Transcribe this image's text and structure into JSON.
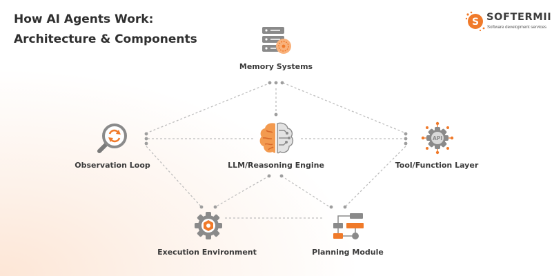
{
  "header": {
    "title_line1": "How AI Agents Work:",
    "title_line2": "Architecture & Components"
  },
  "logo": {
    "letter": "S",
    "wordmark": "SOFTERMII",
    "tagline": "Software development services"
  },
  "nodes": {
    "memory": {
      "label": "Memory Systems",
      "icon": "server-stack-icon"
    },
    "observation": {
      "label": "Observation Loop",
      "icon": "magnifier-refresh-icon"
    },
    "llm": {
      "label": "LLM/Reasoning Engine",
      "icon": "brain-circuit-icon"
    },
    "tool": {
      "label": "Tool/Function Layer",
      "icon": "api-gear-icon",
      "icon_text": "API"
    },
    "execution": {
      "label": "Execution Environment",
      "icon": "gear-hex-icon"
    },
    "planning": {
      "label": "Planning Module",
      "icon": "flowchart-icon"
    }
  },
  "colors": {
    "accent": "#f07a2a",
    "icon_gray": "#8a8a8a",
    "line": "#bdbdbd",
    "text": "#3a3a3a"
  }
}
